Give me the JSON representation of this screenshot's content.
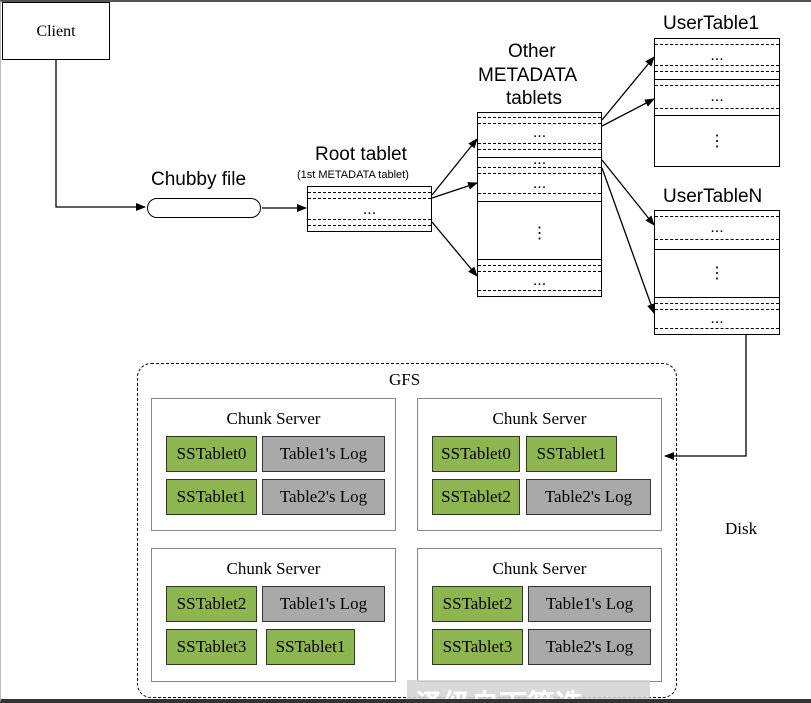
{
  "client": "Client",
  "chubby": "Chubby file",
  "root": {
    "title": "Root tablet",
    "subtitle": "(1st METADATA tablet)",
    "dots": "..."
  },
  "other": {
    "line1": "Other",
    "line2": "METADATA",
    "line3": "tablets",
    "dots": "...",
    "vdots": "⋮"
  },
  "usertable1": {
    "title": "UserTable1",
    "dots": "...",
    "vdots": "⋮"
  },
  "usertablen": {
    "title": "UserTableN",
    "dots": "...",
    "vdots": "⋮"
  },
  "gfs": "GFS",
  "disk": "Disk",
  "servers": [
    {
      "title": "Chunk Server",
      "cells": [
        "SSTablet0",
        "Table1's Log",
        "SSTablet1",
        "Table2's Log"
      ]
    },
    {
      "title": "Chunk Server",
      "cells": [
        "SSTablet0",
        "SSTablet1",
        "SSTablet2",
        "Table2's Log"
      ]
    },
    {
      "title": "Chunk Server",
      "cells": [
        "SSTablet2",
        "Table1's Log",
        "SSTablet3",
        "SSTablet1"
      ]
    },
    {
      "title": "Chunk Server",
      "cells": [
        "SSTablet2",
        "Table1's Log",
        "SSTablet3",
        "Table2's Log"
      ]
    }
  ],
  "overlay_text": "泽级自下筛选",
  "colors": {
    "green": "#8db550",
    "grey": "#a9a9a9"
  }
}
